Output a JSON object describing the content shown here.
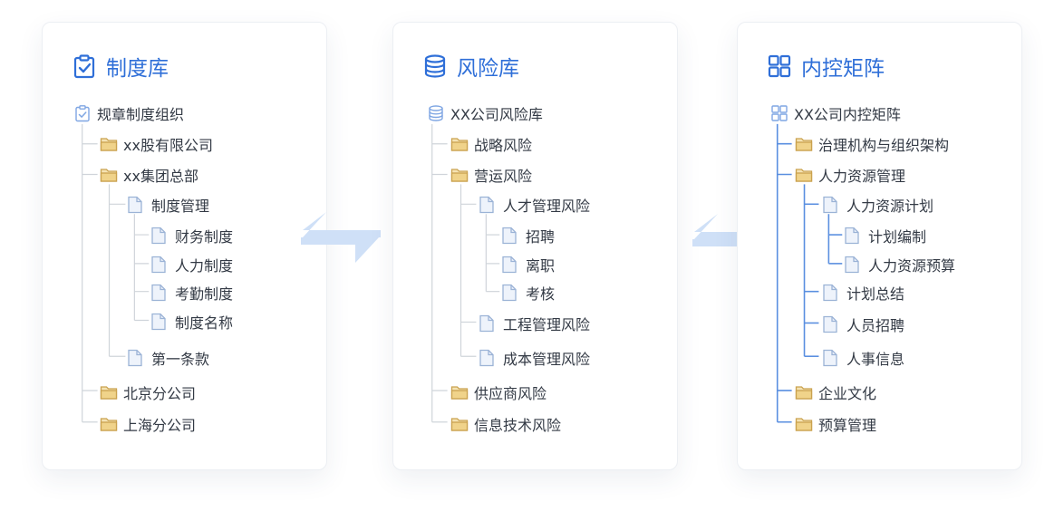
{
  "colors": {
    "accent": "#2f6fd8",
    "folder": "#d6b25e",
    "doc": "#9bb3d6",
    "line_gray": "#cfd4da",
    "line_blue": "#5a8fe0",
    "arrow": "#cfe0f7"
  },
  "panels": [
    {
      "title": "制度库",
      "icon": "clipboard-check-icon",
      "items": [
        {
          "label": "规章制度组织",
          "icon": "clipboard-check-icon"
        },
        {
          "label": "xx股有限公司",
          "icon": "folder-icon"
        },
        {
          "label": "xx集团总部",
          "icon": "folder-icon"
        },
        {
          "label": "制度管理",
          "icon": "document-icon"
        },
        {
          "label": "财务制度",
          "icon": "document-icon"
        },
        {
          "label": "人力制度",
          "icon": "document-icon"
        },
        {
          "label": "考勤制度",
          "icon": "document-icon"
        },
        {
          "label": "制度名称",
          "icon": "document-icon"
        },
        {
          "label": "第一条款",
          "icon": "document-icon"
        },
        {
          "label": "北京分公司",
          "icon": "folder-icon"
        },
        {
          "label": "上海分公司",
          "icon": "folder-icon"
        }
      ]
    },
    {
      "title": "风险库",
      "icon": "database-icon",
      "items": [
        {
          "label": "XX公司风险库",
          "icon": "database-icon"
        },
        {
          "label": "战略风险",
          "icon": "folder-icon"
        },
        {
          "label": "营运风险",
          "icon": "folder-icon"
        },
        {
          "label": "人才管理风险",
          "icon": "document-icon"
        },
        {
          "label": "招聘",
          "icon": "document-icon"
        },
        {
          "label": "离职",
          "icon": "document-icon"
        },
        {
          "label": "考核",
          "icon": "document-icon"
        },
        {
          "label": "工程管理风险",
          "icon": "document-icon"
        },
        {
          "label": "成本管理风险",
          "icon": "document-icon"
        },
        {
          "label": "供应商风险",
          "icon": "folder-icon"
        },
        {
          "label": "信息技术风险",
          "icon": "folder-icon"
        }
      ]
    },
    {
      "title": "内控矩阵",
      "icon": "grid-icon",
      "items": [
        {
          "label": "XX公司内控矩阵",
          "icon": "grid-icon"
        },
        {
          "label": "治理机构与组织架构",
          "icon": "folder-icon"
        },
        {
          "label": "人力资源管理",
          "icon": "folder-icon"
        },
        {
          "label": "人力资源计划",
          "icon": "document-icon"
        },
        {
          "label": "计划编制",
          "icon": "document-icon"
        },
        {
          "label": "人力资源预算",
          "icon": "document-icon"
        },
        {
          "label": "计划总结",
          "icon": "document-icon"
        },
        {
          "label": "人员招聘",
          "icon": "document-icon"
        },
        {
          "label": "人事信息",
          "icon": "document-icon"
        },
        {
          "label": "企业文化",
          "icon": "folder-icon"
        },
        {
          "label": "预算管理",
          "icon": "folder-icon"
        }
      ]
    }
  ]
}
